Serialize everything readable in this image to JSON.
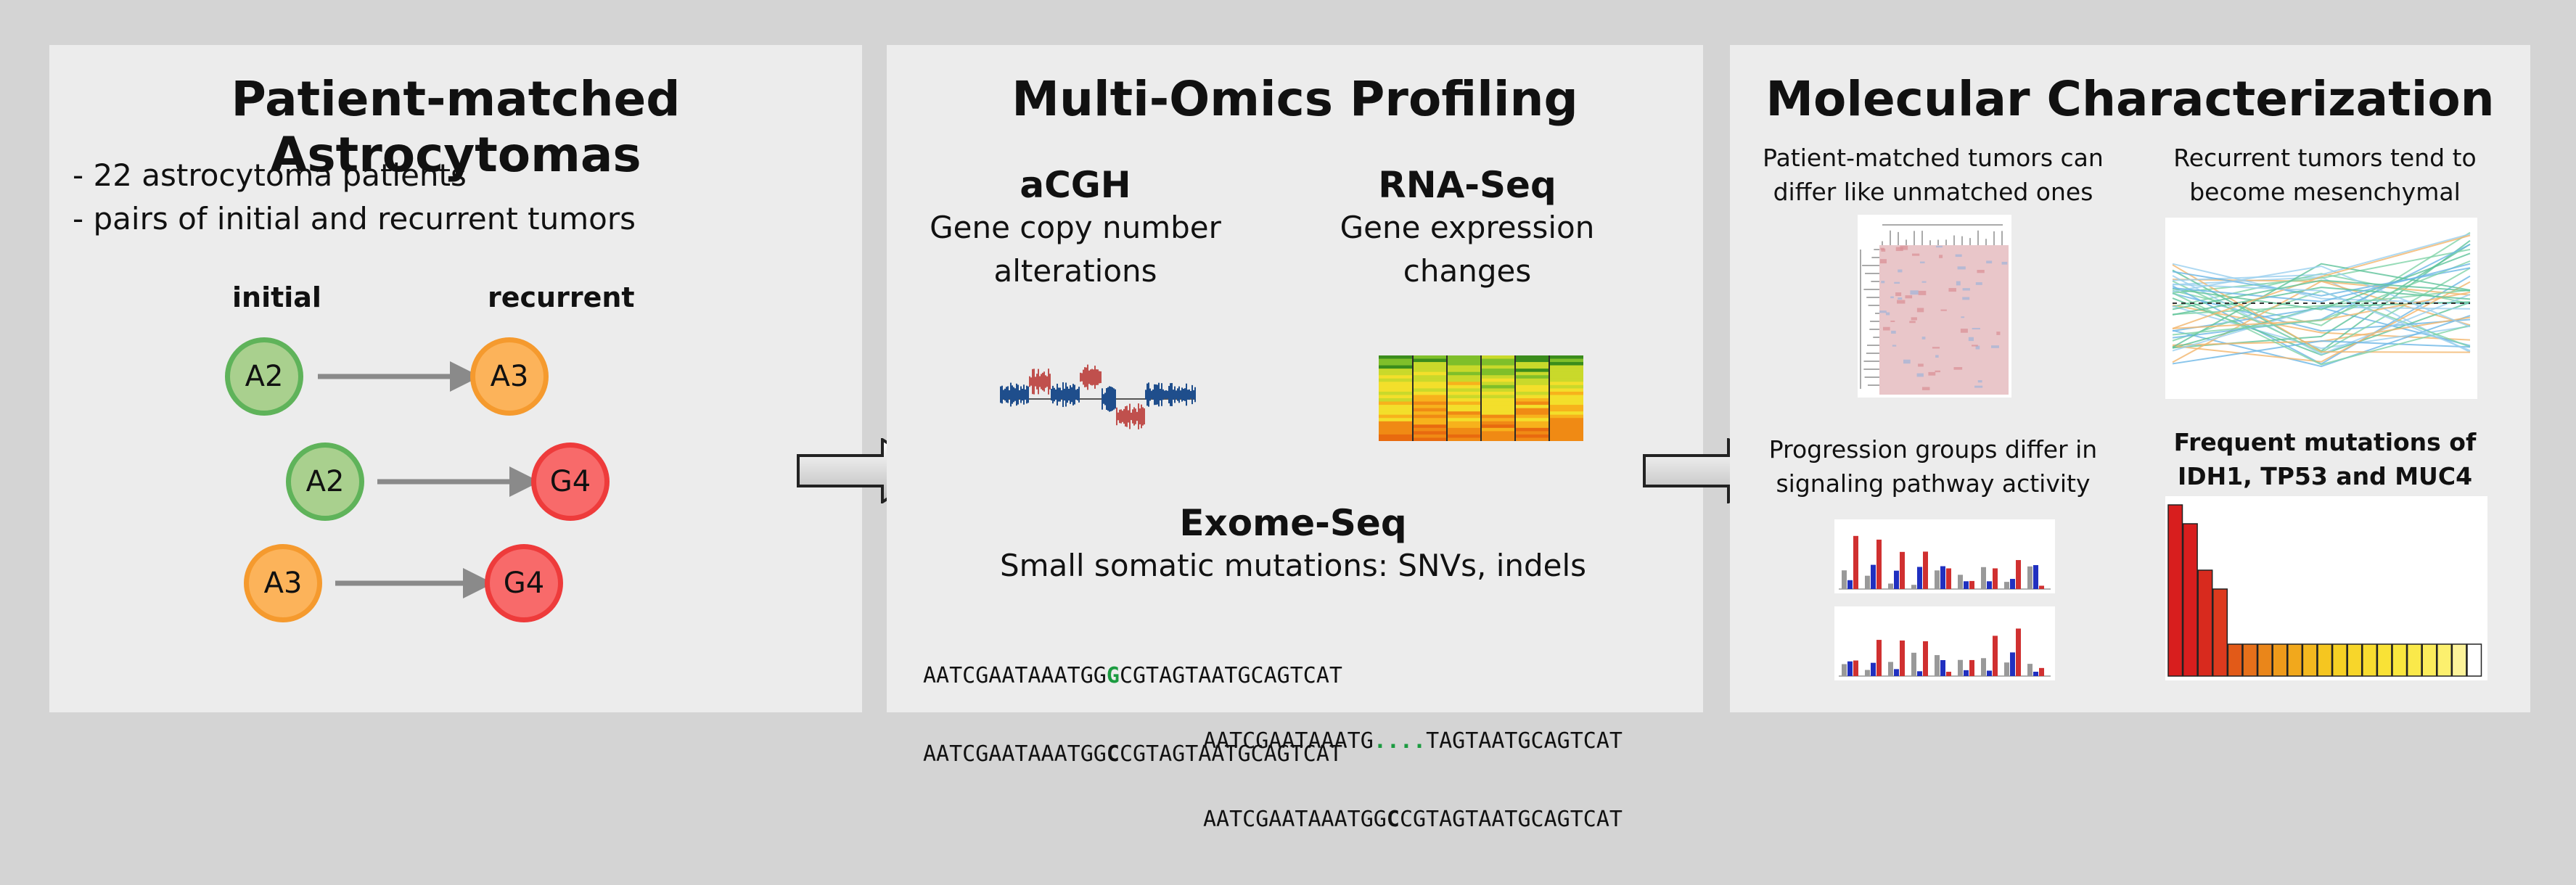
{
  "panels": [
    {
      "title": "Patient-matched Astrocytomas",
      "bullets": [
        "- 22 astrocytoma patients",
        "- pairs of initial and recurrent tumors"
      ],
      "col_initial": "initial",
      "col_recurrent": "recurrent",
      "pairs": [
        {
          "from": "A2",
          "to": "A3"
        },
        {
          "from": "A2",
          "to": "G4"
        },
        {
          "from": "A3",
          "to": "G4"
        }
      ]
    },
    {
      "title": "Multi-Omics Profiling",
      "methods": [
        {
          "name": "aCGH",
          "desc": [
            "Gene copy number",
            "alterations"
          ]
        },
        {
          "name": "RNA-Seq",
          "desc": [
            "Gene expression",
            "changes"
          ]
        },
        {
          "name": "Exome-Seq",
          "desc": [
            "Small somatic mutations: SNVs, indels"
          ]
        }
      ],
      "snv": {
        "ref_pre": "AATCGAATAAATGG",
        "ref_alt": "G",
        "ref_post": "CGTAGTAATGCAGTCAT",
        "mut_pre": "AATCGAATAAATGG",
        "mut_alt": "C",
        "mut_post": "CGTAGTAATGCAGTCAT"
      },
      "indel": {
        "del_pre": "AATCGAATAAATG",
        "del_gap": "....",
        "del_post": "TAGTAATGCAGTCAT",
        "full_pre": "AATCGAATAAATGG",
        "full_alt": "C",
        "full_post": "CGTAGTAATGCAGTCAT"
      }
    },
    {
      "title": "Molecular Characterization",
      "findings": [
        {
          "text": [
            "Patient-matched tumors can",
            "differ like unmatched ones"
          ],
          "plot": "heatmap"
        },
        {
          "text": [
            "Recurrent tumors tend to",
            "become mesenchymal"
          ],
          "plot": "lines"
        },
        {
          "text": [
            "Progression groups differ in",
            "signaling pathway activity"
          ],
          "plot": "bars"
        },
        {
          "text": [
            "Frequent mutations of",
            "IDH1, TP53 and MUC4"
          ],
          "plot": "mutation-bars"
        }
      ]
    }
  ],
  "colors": {
    "grade2": "#a9d08e",
    "grade3": "#fcb35a",
    "grade4": "#f86a6a",
    "arrow": "#8a8a8a",
    "highlight": "#1b9b40"
  }
}
